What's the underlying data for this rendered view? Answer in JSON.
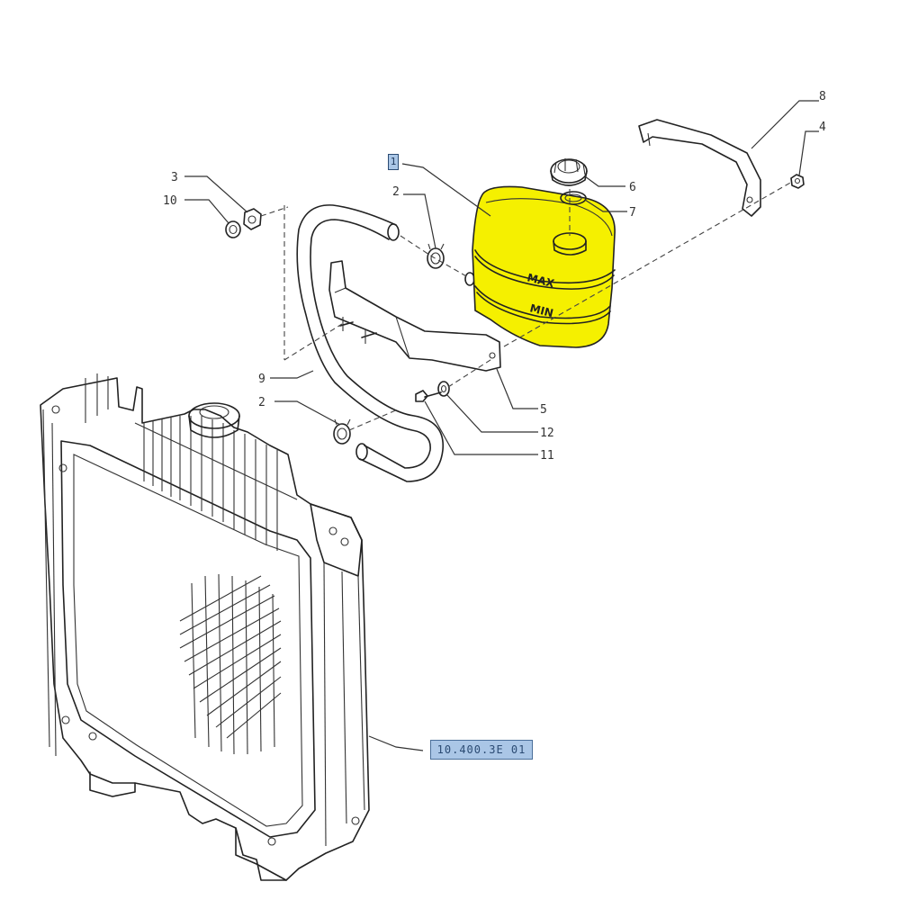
{
  "diagram": {
    "callouts": {
      "c1": "1",
      "c2a": "2",
      "c2b": "2",
      "c3": "3",
      "c4": "4",
      "c5": "5",
      "c6": "6",
      "c7": "7",
      "c8": "8",
      "c9": "9",
      "c10": "10",
      "c11": "11",
      "c12": "12"
    },
    "tank_labels": {
      "max": "MAX",
      "min": "MIN"
    },
    "reference_code": "10.400.3E 01",
    "highlight_color": "#f5f000",
    "reference_box_color": "#aac6e6"
  }
}
